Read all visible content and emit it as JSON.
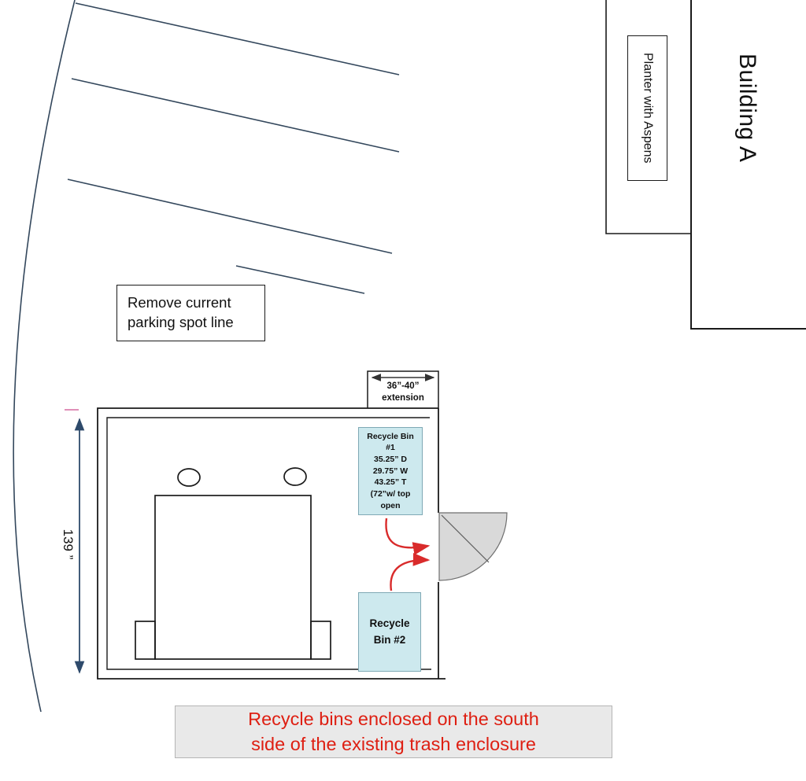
{
  "building": {
    "label": "Building A"
  },
  "planter": {
    "label": "Planter with Aspens"
  },
  "note_remove": {
    "line1": "Remove current",
    "line2": "parking spot line"
  },
  "extension": {
    "line1": "36”-40”",
    "line2": "extension"
  },
  "bin1": {
    "lines": [
      "Recycle Bin",
      "#1",
      "35.25” D",
      "29.75” W",
      "43.25” T",
      "(72”w/ top",
      "open"
    ]
  },
  "bin2": {
    "line1": "Recycle",
    "line2": "Bin #2"
  },
  "dimension": {
    "label": "139 ”"
  },
  "caption": {
    "line1": "Recycle bins enclosed on the south",
    "line2": "side of the existing trash enclosure"
  },
  "colors": {
    "accent_red": "#d92b2b",
    "caption_red": "#de1f12",
    "bin_fill": "#cde9ee",
    "dimension_blue": "#2e4a6b",
    "caption_bg": "#e9e9e9",
    "door_fill": "#d9d9d9",
    "line_dark": "#1a1a1a",
    "parking_line": "#33475c"
  }
}
